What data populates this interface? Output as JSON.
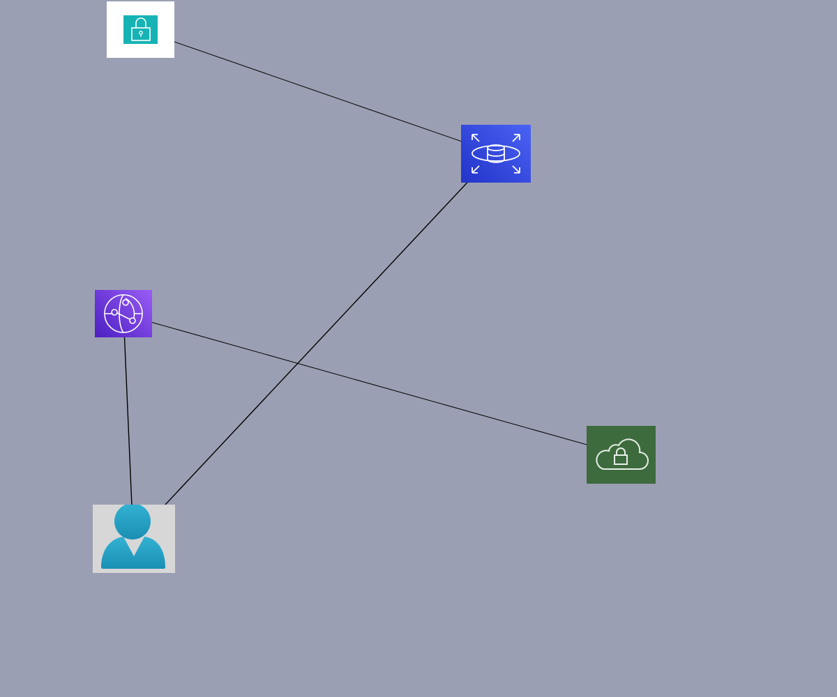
{
  "diagram": {
    "background": "#9b9fb3",
    "nodes": [
      {
        "id": "secrets",
        "icon": "aws-secrets-lock-icon",
        "bg": "#ffffff",
        "accent": "#1ab6b6"
      },
      {
        "id": "rds",
        "icon": "aws-rds-database-icon",
        "bg_from": "#4a63f5",
        "bg_to": "#2233c8"
      },
      {
        "id": "cloudfront",
        "icon": "aws-cloudfront-globe-icon",
        "bg_from": "#9a5cf5",
        "bg_to": "#4b1fc2"
      },
      {
        "id": "vpn",
        "icon": "cloud-lock-icon",
        "bg": "#3d6b3d"
      },
      {
        "id": "user",
        "icon": "user-person-icon",
        "bg": "#d7d7d7",
        "accent": "#1f9fc0"
      }
    ],
    "edges": [
      {
        "from": "secrets",
        "to": "rds",
        "arrows": "end"
      },
      {
        "from": "rds",
        "to": "user",
        "arrows": "both"
      },
      {
        "from": "cloudfront",
        "to": "vpn",
        "arrows": "end"
      },
      {
        "from": "cloudfront",
        "to": "user",
        "arrows": "both"
      }
    ]
  }
}
